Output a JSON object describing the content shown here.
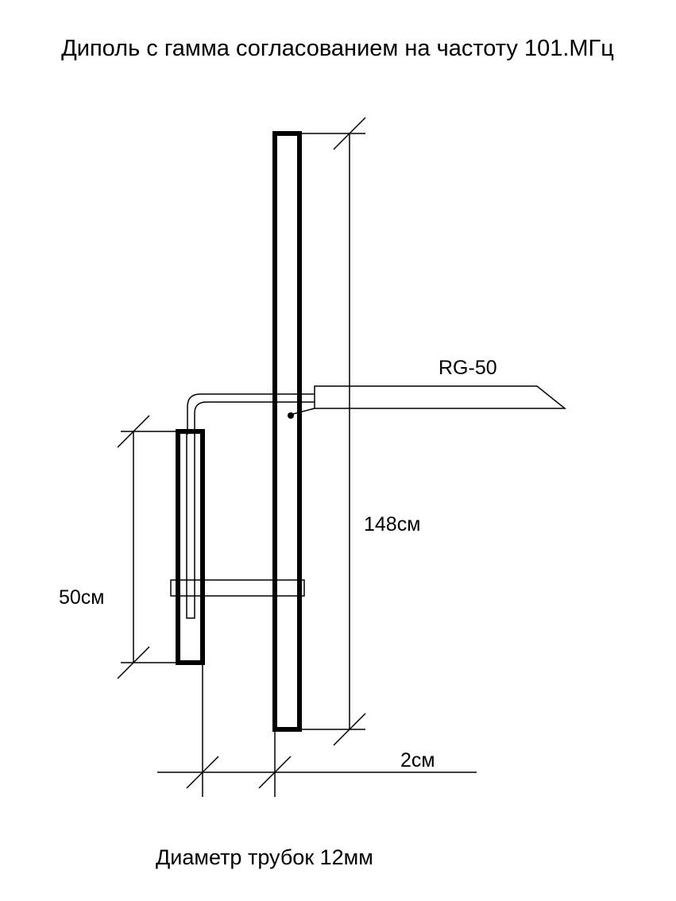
{
  "title": "Диполь с гамма согласованием на частоту 101.МГц",
  "labels": {
    "cable": "RG-50",
    "main_length": "148см",
    "gamma_length": "50см",
    "spacing": "2см",
    "tube_diameter": "Диаметр трубок 12мм"
  },
  "colors": {
    "ink": "#000000",
    "background": "#ffffff"
  }
}
